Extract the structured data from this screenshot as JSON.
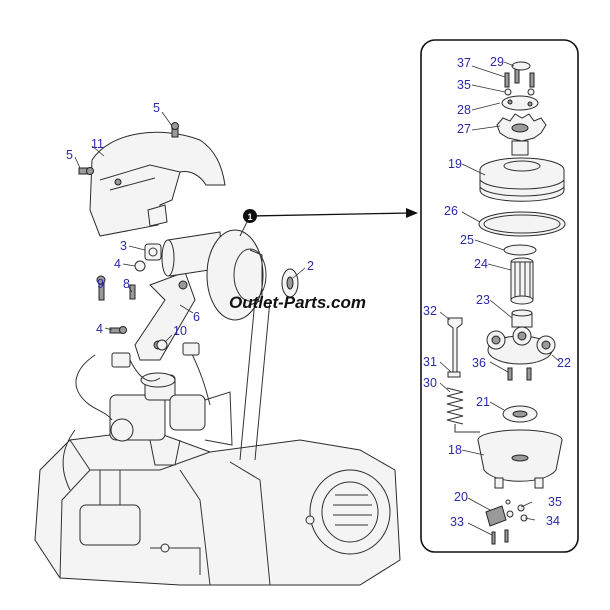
{
  "watermark": "Outlet-Parts.com",
  "callout_marker": "1",
  "labels": {
    "p37": "37",
    "p29": "29",
    "p35a": "35",
    "p28": "28",
    "p27": "27",
    "p19": "19",
    "p26": "26",
    "p25": "25",
    "p24": "24",
    "p23": "23",
    "p32": "32",
    "p22": "22",
    "p36": "36",
    "p31": "31",
    "p30": "30",
    "p21": "21",
    "p18": "18",
    "p20": "20",
    "p35b": "35",
    "p33": "33",
    "p34": "34",
    "p5a": "5",
    "p11": "11",
    "p5b": "5",
    "p3": "3",
    "p4a": "4",
    "p2": "2",
    "p9": "9",
    "p8": "8",
    "p6": "6",
    "p4b": "4",
    "p10": "10"
  },
  "colors": {
    "label": "#2a2aa8",
    "line": "#333333"
  }
}
